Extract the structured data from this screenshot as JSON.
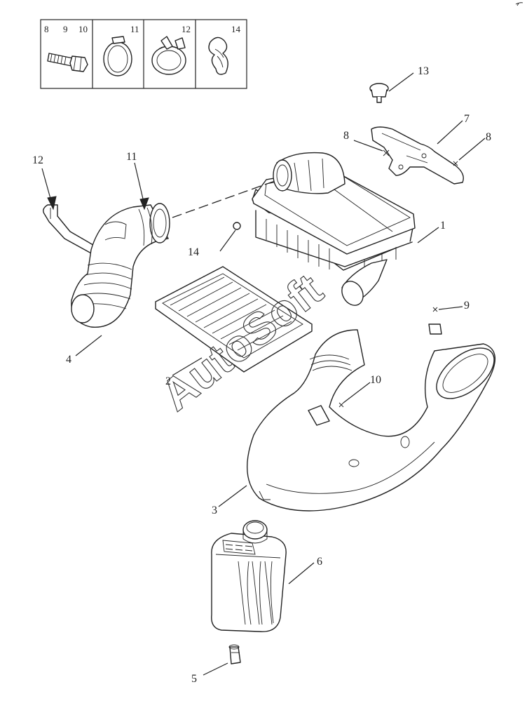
{
  "hardware_panel": {
    "cells": [
      {
        "labels": [
          "8",
          "9",
          "10"
        ],
        "icon": "bolt-icon"
      },
      {
        "labels": [
          "11"
        ],
        "icon": "hose-clamp-icon"
      },
      {
        "labels": [
          "12"
        ],
        "icon": "spring-clamp-icon"
      },
      {
        "labels": [
          "14"
        ],
        "icon": "wire-clip-icon"
      }
    ]
  },
  "callouts": {
    "c1": "1",
    "c2": "2",
    "c3": "3",
    "c4": "4",
    "c5": "5",
    "c6": "6",
    "c7": "7",
    "c8a": "8",
    "c8b": "8",
    "c9": "9",
    "c10": "10",
    "c11": "11",
    "c12": "12",
    "c13": "13",
    "c14": "14"
  },
  "watermark": "AutoSoft"
}
